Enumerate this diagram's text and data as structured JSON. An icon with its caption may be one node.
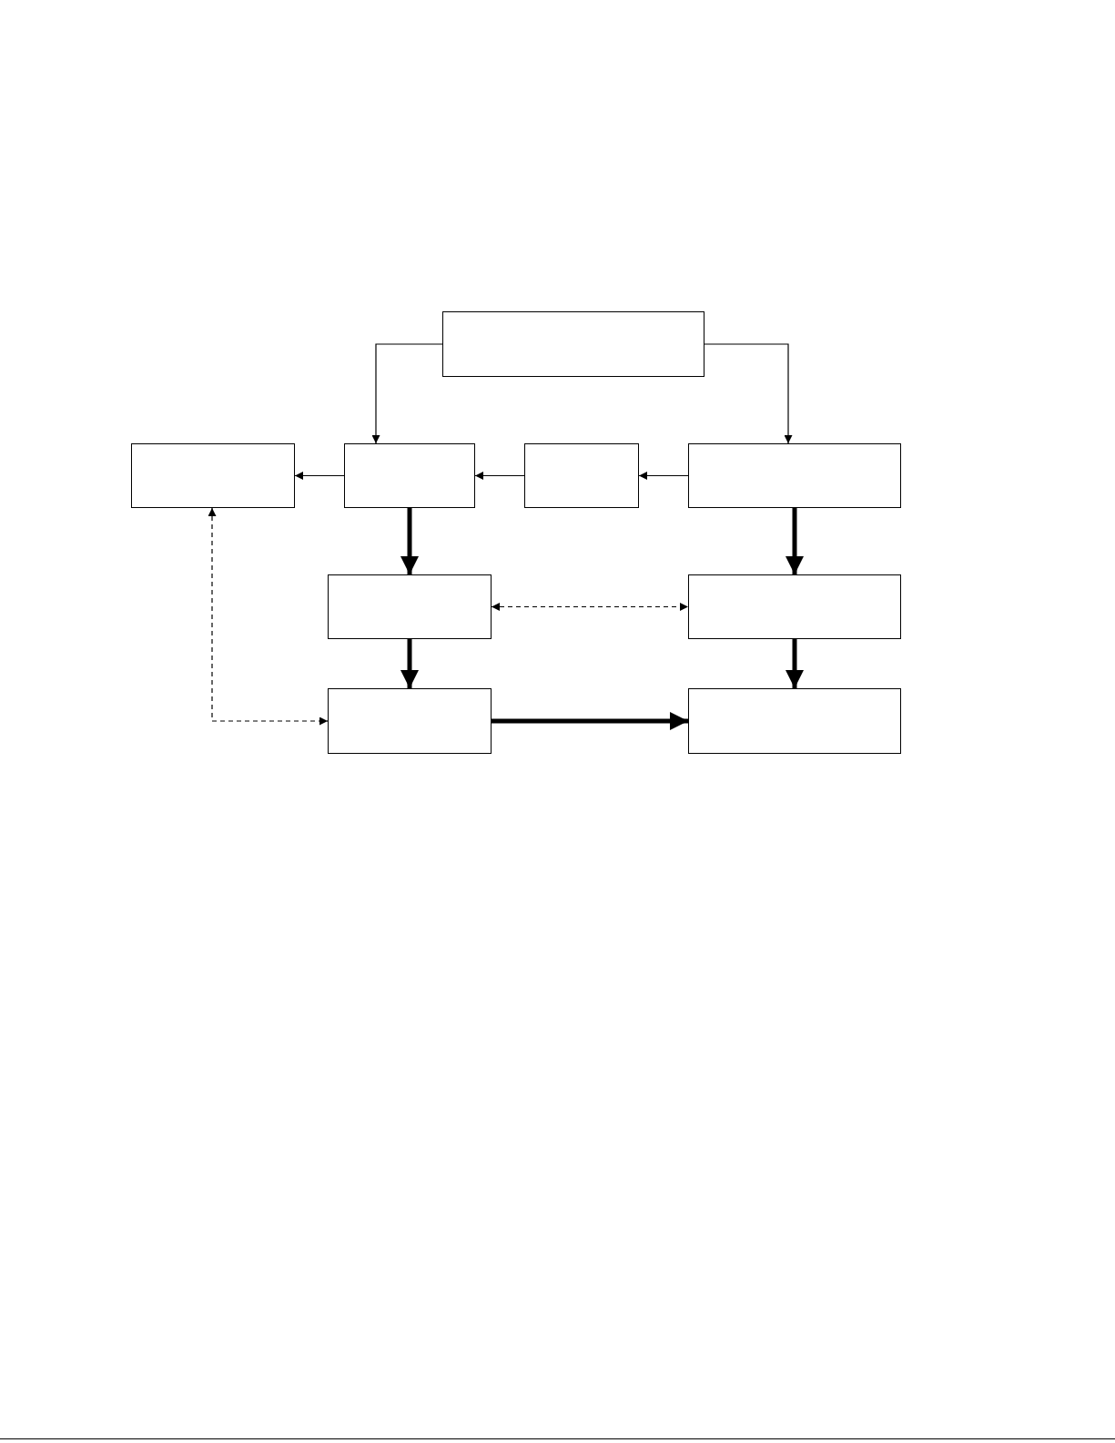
{
  "diagram": {
    "nodes": [
      {
        "text": [],
        "shape": "box"
      },
      {
        "text": [],
        "shape": "box"
      },
      {
        "text": [],
        "shape": "box"
      },
      {
        "text": [],
        "shape": "box"
      },
      {
        "text": [],
        "shape": "box"
      },
      {
        "text": [],
        "shape": "box"
      },
      {
        "text": [],
        "shape": "box"
      },
      {
        "text": [],
        "shape": "box"
      },
      {
        "text": [],
        "shape": "box"
      }
    ],
    "edges": [
      {
        "from": 0,
        "to": 2,
        "arrow": "to"
      },
      {
        "from": 0,
        "to": 4,
        "arrow": "to"
      },
      {
        "from": 2,
        "to": 1,
        "arrow": "to"
      },
      {
        "from": 3,
        "to": 2,
        "arrow": "to"
      },
      {
        "from": 4,
        "to": 3,
        "arrow": "to"
      },
      {
        "from": 2,
        "to": 5,
        "arrow": "to",
        "style": "thick"
      },
      {
        "from": 4,
        "to": 6,
        "arrow": "to",
        "style": "thick"
      },
      {
        "from": 5,
        "to": 7,
        "arrow": "to",
        "style": "thick"
      },
      {
        "from": 6,
        "to": 8,
        "arrow": "to",
        "style": "thick"
      },
      {
        "from": 7,
        "to": 8,
        "arrow": "to",
        "style": "thick"
      },
      {
        "from": 5,
        "to": 6,
        "arrow": "both",
        "style": "dashed"
      },
      {
        "from": 1,
        "to": 7,
        "arrow": "both",
        "style": "dashed"
      }
    ]
  }
}
